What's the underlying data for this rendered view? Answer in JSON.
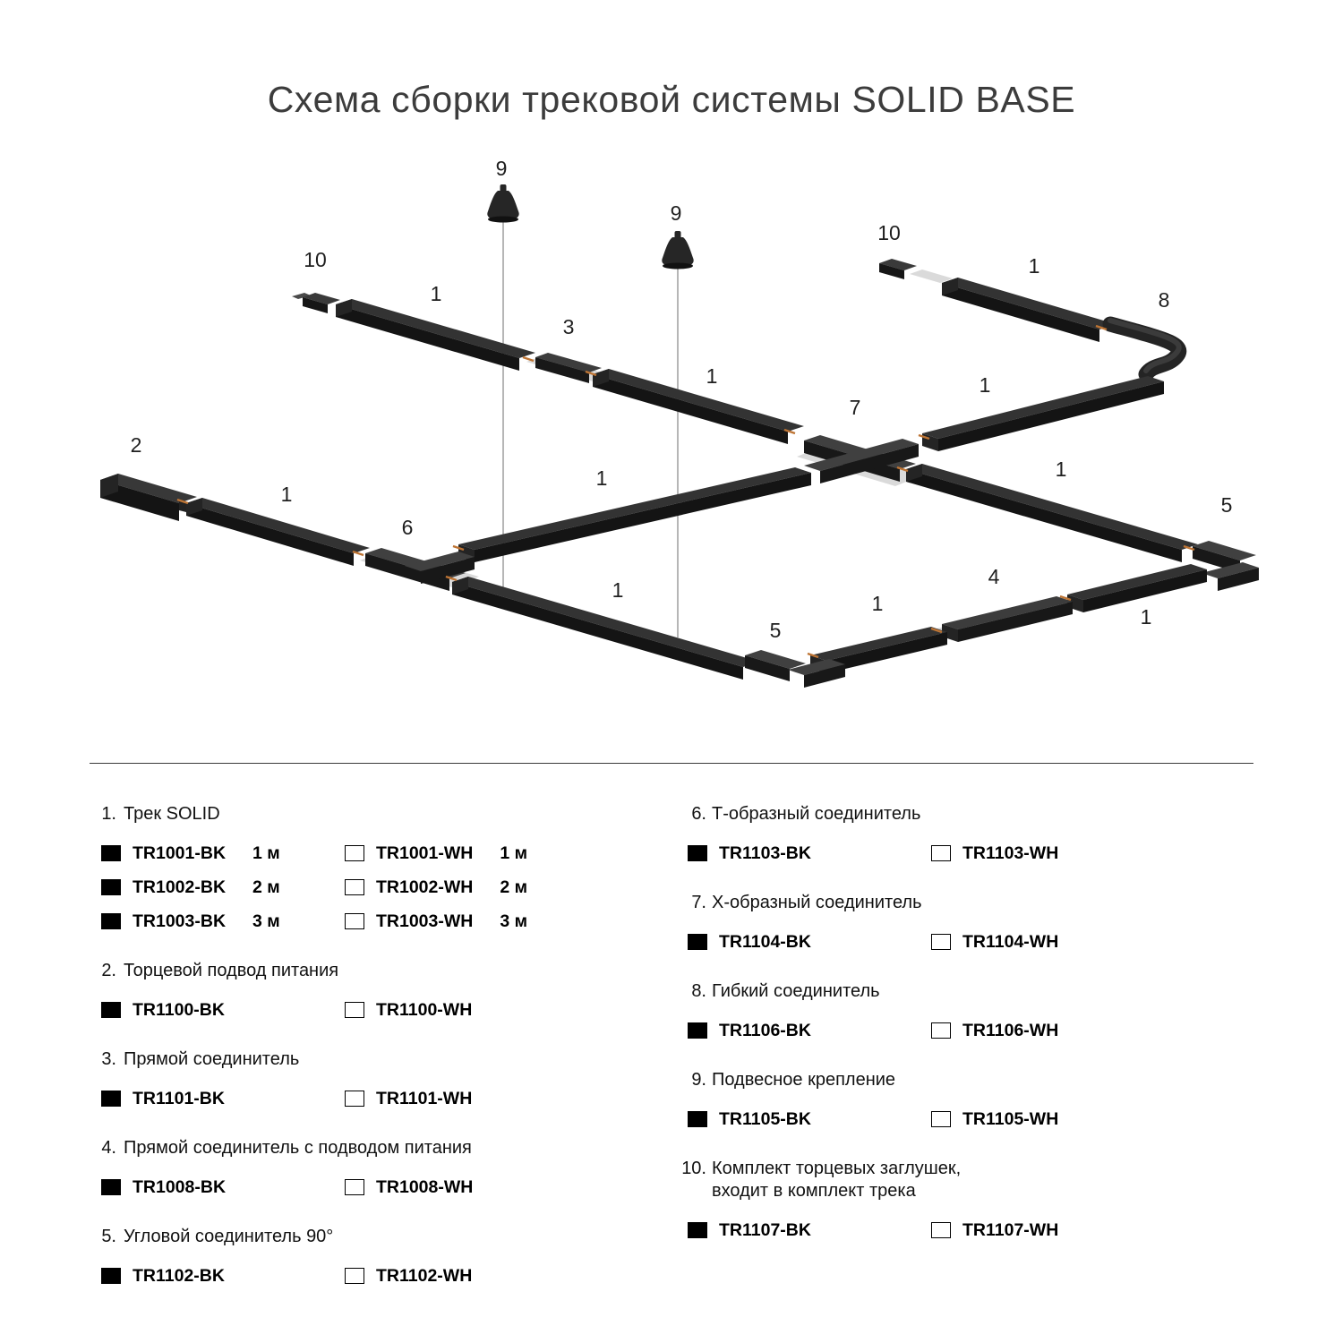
{
  "page": {
    "title": "Схема сборки трековой системы SOLID BASE"
  },
  "diagram": {
    "labels": [
      "9",
      "9",
      "10",
      "1",
      "3",
      "1",
      "10",
      "1",
      "8",
      "1",
      "7",
      "1",
      "2",
      "1",
      "6",
      "1",
      "5",
      "1",
      "5",
      "1",
      "4",
      "1"
    ]
  },
  "legend": {
    "left": [
      {
        "num": "1.",
        "title": "Трек SOLID",
        "rows": [
          {
            "bk_code": "TR1001-BK",
            "bk_size": "1 м",
            "wh_code": "TR1001-WH",
            "wh_size": "1 м"
          },
          {
            "bk_code": "TR1002-BK",
            "bk_size": "2 м",
            "wh_code": "TR1002-WH",
            "wh_size": "2 м"
          },
          {
            "bk_code": "TR1003-BK",
            "bk_size": "3 м",
            "wh_code": "TR1003-WH",
            "wh_size": "3 м"
          }
        ]
      },
      {
        "num": "2.",
        "title": "Торцевой подвод питания",
        "rows": [
          {
            "bk_code": "TR1100-BK",
            "wh_code": "TR1100-WH"
          }
        ]
      },
      {
        "num": "3.",
        "title": "Прямой соединитель",
        "rows": [
          {
            "bk_code": "TR1101-BK",
            "wh_code": "TR1101-WH"
          }
        ]
      },
      {
        "num": "4.",
        "title": "Прямой соединитель с подводом питания",
        "rows": [
          {
            "bk_code": "TR1008-BK",
            "wh_code": "TR1008-WH"
          }
        ]
      },
      {
        "num": "5.",
        "title": "Угловой соединитель 90°",
        "rows": [
          {
            "bk_code": "TR1102-BK",
            "wh_code": "TR1102-WH"
          }
        ]
      }
    ],
    "right": [
      {
        "num": "6.",
        "title": "Т-образный соединитель",
        "rows": [
          {
            "bk_code": "TR1103-BK",
            "wh_code": "TR1103-WH"
          }
        ]
      },
      {
        "num": "7.",
        "title": "Х-образный соединитель",
        "rows": [
          {
            "bk_code": "TR1104-BK",
            "wh_code": "TR1104-WH"
          }
        ]
      },
      {
        "num": "8.",
        "title": "Гибкий соединитель",
        "rows": [
          {
            "bk_code": "TR1106-BK",
            "wh_code": "TR1106-WH"
          }
        ]
      },
      {
        "num": "9.",
        "title": "Подвесное крепление",
        "rows": [
          {
            "bk_code": "TR1105-BK",
            "wh_code": "TR1105-WH"
          }
        ]
      },
      {
        "num": "10.",
        "title": "Комплект торцевых заглушек,",
        "title2": "входит в комплект трека",
        "rows": [
          {
            "bk_code": "TR1107-BK",
            "wh_code": "TR1107-WH"
          }
        ]
      }
    ]
  },
  "colors": {
    "black_variant": "#000000",
    "white_variant": "#ffffff",
    "track_top": "#333333",
    "track_front": "#141414",
    "accent_copper": "#bd7434"
  }
}
